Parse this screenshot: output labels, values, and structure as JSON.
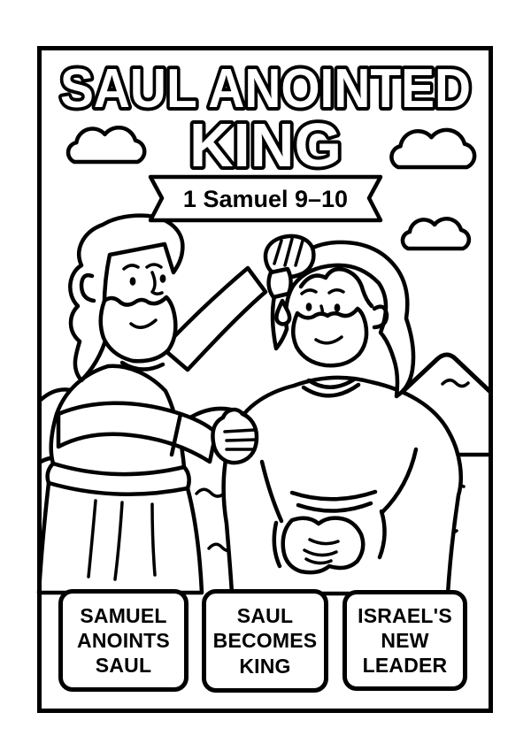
{
  "page": {
    "background": "#ffffff",
    "line_color": "#000000"
  },
  "title": {
    "line1": "SAUL ANOINTED",
    "line2": "KING"
  },
  "banner": {
    "reference": "1 Samuel 9–10"
  },
  "scene": {
    "elements": [
      "cloud-left",
      "cloud-right",
      "cloud-small",
      "mountain-right",
      "rolling-hills",
      "grass-squiggles",
      "samuel-anointing",
      "saul-receiving",
      "oil-flask",
      "oil-drop"
    ]
  },
  "footer_boxes": [
    {
      "lines": [
        "SAMUEL",
        "ANOINTS",
        "SAUL"
      ]
    },
    {
      "lines": [
        "SAUL",
        "BECOMES",
        "KING"
      ]
    },
    {
      "lines": [
        "ISRAEL'S",
        "NEW",
        "LEADER"
      ]
    }
  ]
}
